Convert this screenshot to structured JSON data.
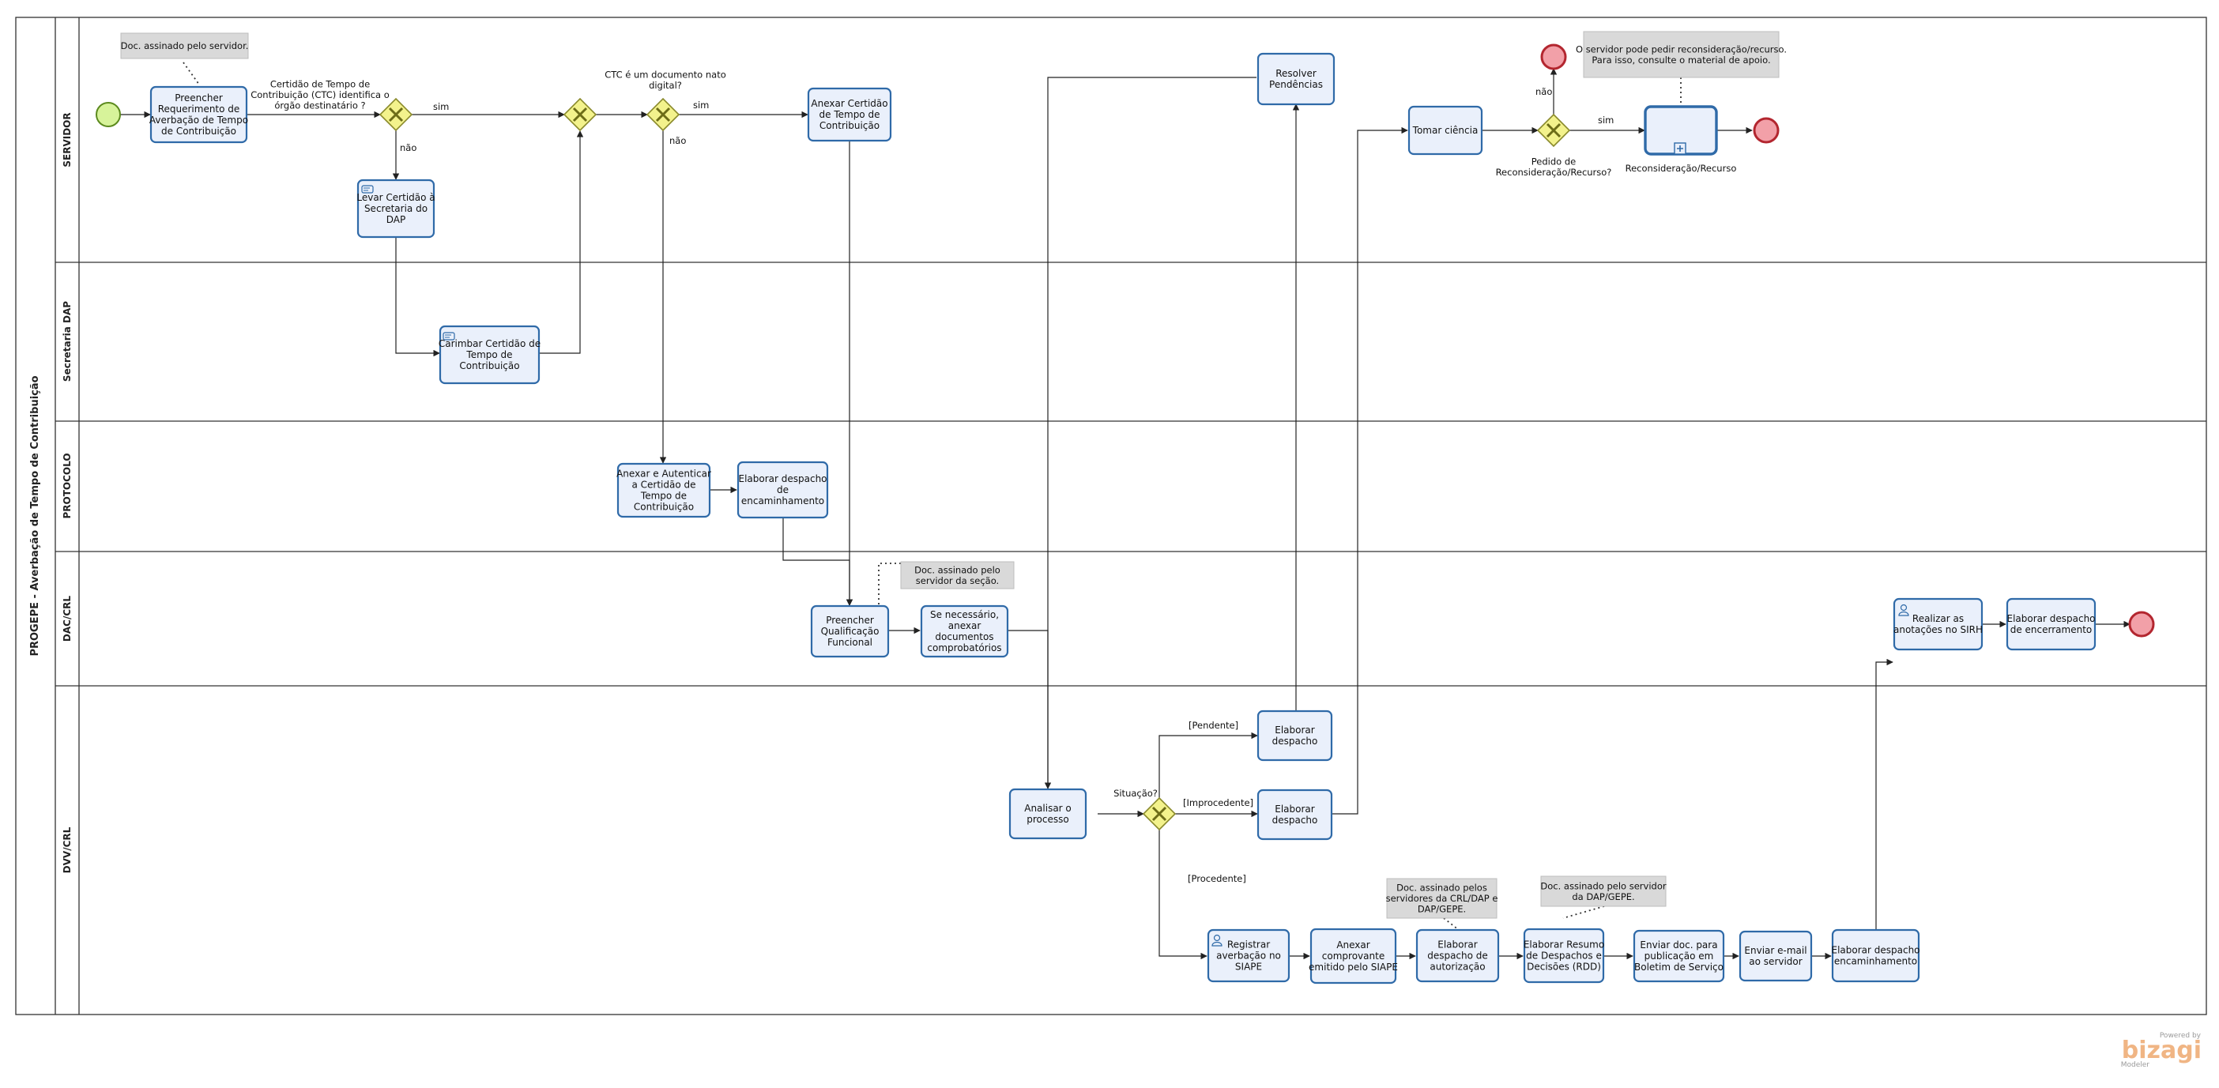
{
  "pool": {
    "title": "PROGEPE - Averbação de Tempo de Contribuição"
  },
  "lanes": [
    "SERVIDOR",
    "Secretaria DAP",
    "PROTOCOLO",
    "DAC/CRL",
    "DVV/CRL"
  ],
  "tasks": {
    "t1": [
      "Preencher",
      "Requerimento de",
      "Averbação de Tempo",
      "de Contribuição"
    ],
    "t2": [
      "Levar Certidão à",
      "Secretaria do",
      "DAP"
    ],
    "t3": [
      "Carimbar Certidão de",
      "Tempo de",
      "Contribuição"
    ],
    "t4": [
      "Anexar Certidão",
      "de Tempo de",
      "Contribuição"
    ],
    "t5": [
      "Anexar e Autenticar",
      "a Certidão de",
      "Tempo de",
      "Contribuição"
    ],
    "t6": [
      "Elaborar despacho",
      "de",
      "encaminhamento"
    ],
    "t7": [
      "Preencher",
      "Qualificação",
      "Funcional"
    ],
    "t8": [
      "Se necessário,",
      "anexar",
      "documentos",
      "comprobatórios"
    ],
    "t9": [
      "Resolver",
      "Pendências"
    ],
    "t10": [
      "Tomar ciência"
    ],
    "t11": [
      "Analisar o",
      "processo"
    ],
    "t12": [
      "Elaborar",
      "despacho"
    ],
    "t13": [
      "Elaborar",
      "despacho"
    ],
    "t14": [
      "Registrar",
      "averbação no",
      "SIAPE"
    ],
    "t15": [
      "Anexar",
      "comprovante",
      "emitido pelo SIAPE"
    ],
    "t16": [
      "Elaborar",
      "despacho de",
      "autorização"
    ],
    "t17": [
      "Elaborar Resumo",
      "de Despachos e",
      "Decisões (RDD)"
    ],
    "t18": [
      "Enviar doc. para",
      "publicação em",
      "Boletim de Serviço"
    ],
    "t19": [
      "Enviar e-mail",
      "ao servidor"
    ],
    "t20": [
      "Elaborar despacho",
      "encaminhamento"
    ],
    "t21": [
      "Realizar as",
      "anotações no SIRH"
    ],
    "t22": [
      "Elaborar despacho",
      "de encerramento"
    ]
  },
  "subprocess": {
    "label": "Reconsideração/Recurso"
  },
  "gateways": {
    "g1": [
      "Certidão de Tempo de",
      "Contribuição (CTC)  identifica o",
      "órgão destinatário ?"
    ],
    "g3": [
      "CTC é um documento nato",
      "digital?"
    ],
    "g4": [
      "Situação?"
    ],
    "g5": [
      "Pedido de",
      "Reconsideração/Recurso?"
    ]
  },
  "flow_labels": {
    "sim1": "sim",
    "nao1": "não",
    "sim2": "sim",
    "nao2": "não",
    "nao3": "não",
    "sim3": "sim",
    "pendente": "[Pendente]",
    "improcedente": "[Improcedente]",
    "procedente": "[Procedente]"
  },
  "annotations": {
    "a1": [
      "Doc. assinado pelo servidor."
    ],
    "a2": [
      "O servidor pode pedir reconsideração/recurso.",
      "Para isso, consulte o material de apoio."
    ],
    "a3": [
      "Doc. assinado pelo",
      "servidor da seção."
    ],
    "a4": [
      "Doc. assinado pelos",
      "servidores da CRL/DAP e",
      "DAP/GEPE."
    ],
    "a5": [
      "Doc. assinado pelo servidor",
      "da DAP/GEPE."
    ]
  },
  "branding": {
    "powered": "Powered by",
    "name": "bizagi",
    "edition": "Modeler"
  },
  "colors": {
    "task_fill": "#eaf0fb",
    "task_stroke": "#2f6aa8",
    "gateway_fill": "#f3f28c",
    "gateway_stroke": "#8a8a2c",
    "start_fill": "#d7f39a",
    "start_stroke": "#5c8a1e",
    "end_fill": "#f2a0a8",
    "end_stroke": "#b3262f",
    "annotation_fill": "#d9d9d9"
  }
}
